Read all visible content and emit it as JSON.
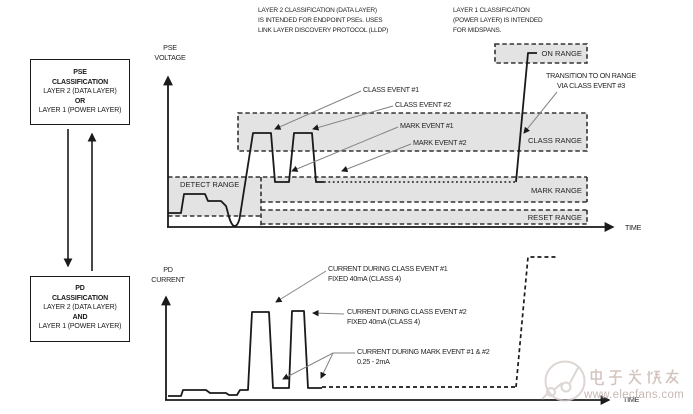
{
  "panel": {
    "pse_box": [
      "PSE",
      "CLASSIFICATION",
      "LAYER 2 (DATA LAYER)",
      "OR",
      "LAYER 1 (POWER LAYER)"
    ],
    "pd_box": [
      "PD",
      "CLASSIFICATION",
      "LAYER 2 (DATA LAYER)",
      "AND",
      "LAYER 1 (POWER LAYER)"
    ]
  },
  "notes": {
    "layer2": "LAYER 2 CLASSIFICATION (DATA LAYER)\nIS INTENDED FOR ENDPOINT PSEs. USES\nLINK LAYER DISCOVERY PROTOCOL (LLDP)",
    "layer1": "LAYER 1 CLASSIFICATION\n(POWER LAYER) IS INTENDED\nFOR MIDSPANS."
  },
  "upper": {
    "y_axis": "PSE\nVOLTAGE",
    "x_axis": "TIME",
    "ranges": {
      "on": "ON RANGE",
      "class": "CLASS RANGE",
      "mark": "MARK RANGE",
      "reset": "RESET RANGE",
      "detect": "DETECT RANGE"
    },
    "events": {
      "class1": "CLASS EVENT #1",
      "class2": "CLASS EVENT #2",
      "mark1": "MARK EVENT #1",
      "mark2": "MARK EVENT #2"
    },
    "transition": "TRANSITION TO ON RANGE\nVIA CLASS EVENT #3"
  },
  "lower": {
    "y_axis": "PD\nCURRENT",
    "x_axis": "TIME",
    "labels": {
      "class1": "CURRENT DURING CLASS EVENT #1\nFIXED 40mA (CLASS 4)",
      "class2": "CURRENT DURING CLASS EVENT #2\nFIXED 40mA (CLASS 4)",
      "mark": "CURRENT DURING MARK EVENT #1 & #2\n0.25 - 2mA"
    }
  },
  "watermark": {
    "brand": "电子发烧友",
    "url": "www.elecfans.com"
  },
  "colors": {
    "band_fill": "#e3e3e3",
    "line": "#1a1a1a",
    "leader": "#8a8a8a",
    "watermark": "#c9aea9"
  }
}
